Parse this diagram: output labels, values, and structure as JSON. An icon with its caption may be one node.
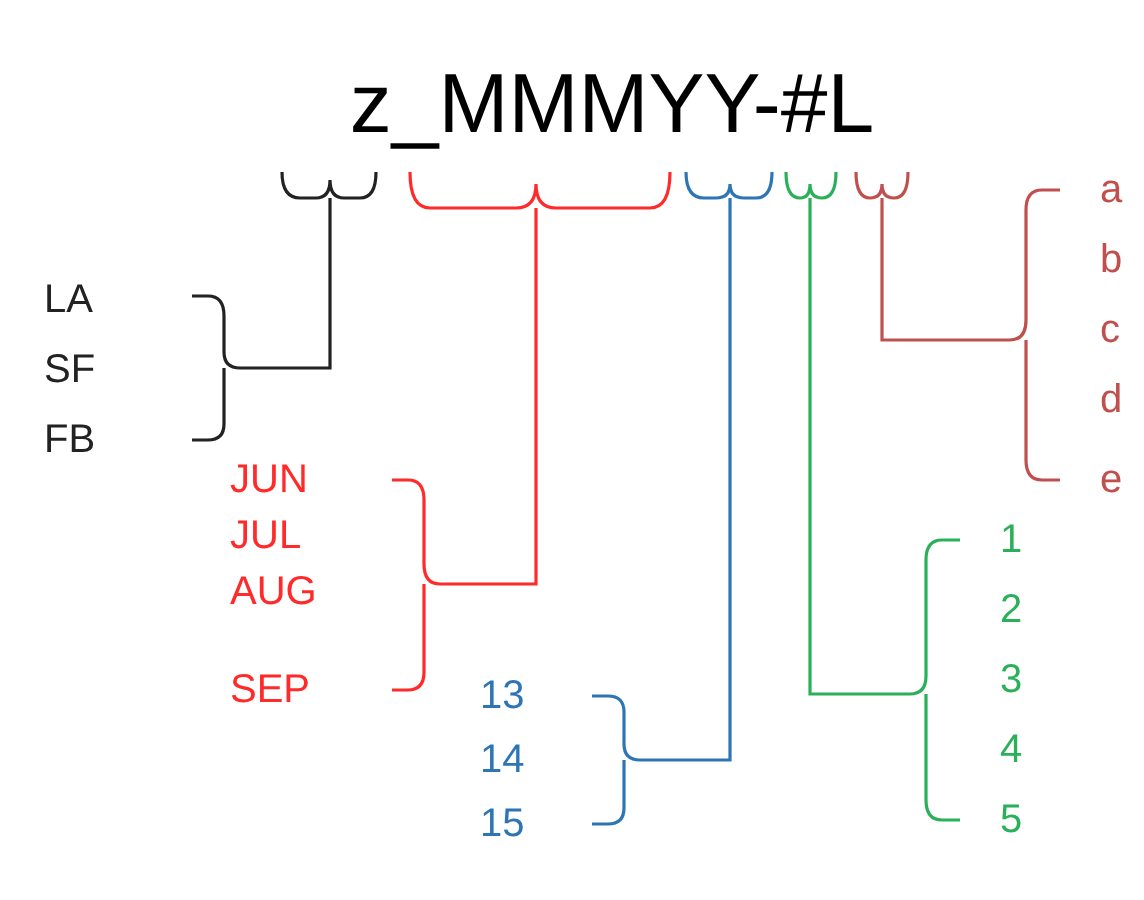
{
  "diagram": {
    "title": "z_MMMYY-#L",
    "labels": [
      "LA",
      "SF",
      "FB",
      "JUN",
      "JUL",
      "AUG",
      "SEP",
      "13",
      "14",
      "15",
      "1",
      "2",
      "3",
      "4",
      "5",
      "a",
      "b",
      "c",
      "d",
      "e"
    ]
  }
}
